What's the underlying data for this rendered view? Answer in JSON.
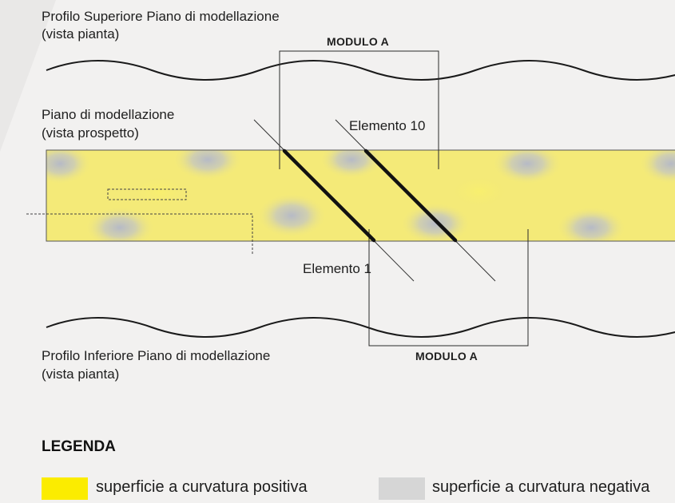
{
  "labels": {
    "top_profile_line1": "Profilo Superiore Piano di modellazione",
    "top_profile_line2": "(vista pianta)",
    "plane_line1": "Piano di modellazione",
    "plane_line2": "(vista prospetto)",
    "element_10": "Elemento 10",
    "element_1": "Elemento 1",
    "bottom_profile_line1": "Profilo Inferiore Piano di modellazione",
    "bottom_profile_line2": "(vista pianta)",
    "module_top": "MODULO A",
    "module_bottom": "MODULO A"
  },
  "legend": {
    "title": "LEGENDA",
    "items": [
      {
        "label": "superficie a curvatura positiva",
        "color": "#fbec00"
      },
      {
        "label": "superficie a curvatura negativa",
        "color": "#d6d6d6"
      }
    ]
  },
  "colors": {
    "background": "#f2f1f0",
    "surface_positive": "#f4ea78",
    "surface_negative": "#b9bcc6",
    "stroke": "#1a1a1a"
  }
}
